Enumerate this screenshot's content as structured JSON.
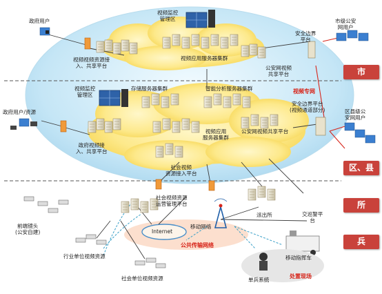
{
  "tiers": [
    "市",
    "区、县",
    "所",
    "兵"
  ],
  "labels": {
    "gov_user": "政府用户",
    "city_monitor": "视频监控\n管理区",
    "city_gov_access": "视频视频资源接\n入、共享平台",
    "city_app_cluster": "视频应用服务器集群",
    "city_border": "安全边界\n平台",
    "city_police_user": "市级公安\n网用户",
    "city_share": "公安网视频\n共享平台",
    "video_private_net": "视频专网",
    "district_monitor": "视频监控\n管理区",
    "storage_cluster": "存储服务器集群",
    "analysis_cluster": "智能分析服务器集群",
    "district_border": "安全边界平台\n(视频通道部分)",
    "district_police_user": "区县级公\n安网用户",
    "district_gov_user": "政府用户/资源",
    "district_gov_access": "政府视频接\n入、共享平台",
    "district_app_cluster": "视频应用\n服务器集群",
    "district_share": "公安网视频共享平台",
    "social_access": "社会视频\n资源接入平台",
    "frontend_camera": "前端镜头\n(公安自建)",
    "social_ops": "社会视频资源\n运营管理平台",
    "internet": "Internet",
    "mobile_net": "移动网络",
    "public_transport": "公共传输网络",
    "station": "派出所",
    "traffic_platform": "交巡警平\n台",
    "industry_video": "行业单位视频资源",
    "social_unit_video": "社会单位视频资源",
    "single_soldier": "单兵系统",
    "command_vehicle": "移动指挥车",
    "scene": "处置现场"
  }
}
